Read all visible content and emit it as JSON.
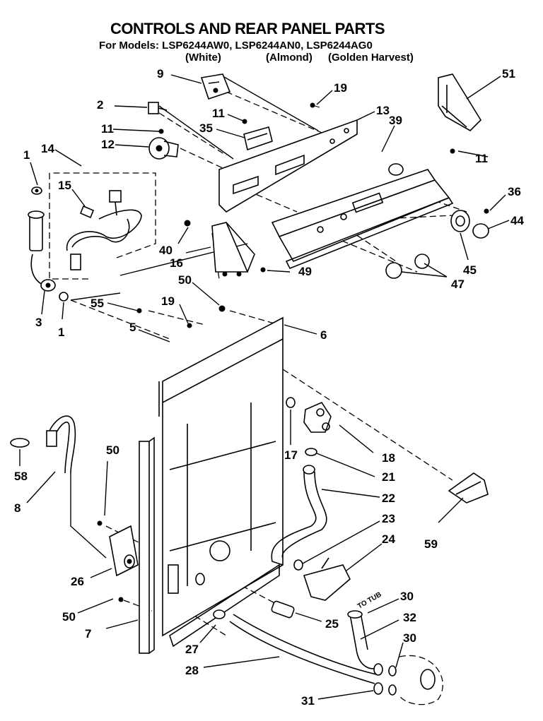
{
  "header": {
    "title": "CONTROLS AND REAR PANEL PARTS",
    "models_line": "For Models: LSP6244AW0,  LSP6244AN0,  LSP6244AG0",
    "variant_white": "(White)",
    "variant_almond": "(Almond)",
    "variant_golden": "(Golden Harvest)"
  },
  "diagram": {
    "tub_note": "TO TUB",
    "callouts": [
      "9",
      "19",
      "51",
      "2",
      "11",
      "13",
      "39",
      "35",
      "11",
      "12",
      "11",
      "1",
      "14",
      "15",
      "36",
      "44",
      "40",
      "16",
      "45",
      "47",
      "49",
      "50",
      "55",
      "19",
      "3",
      "1",
      "5",
      "6",
      "17",
      "18",
      "21",
      "58",
      "8",
      "50",
      "22",
      "23",
      "24",
      "26",
      "59",
      "50",
      "7",
      "30",
      "25",
      "32",
      "27",
      "30",
      "28",
      "31"
    ]
  }
}
